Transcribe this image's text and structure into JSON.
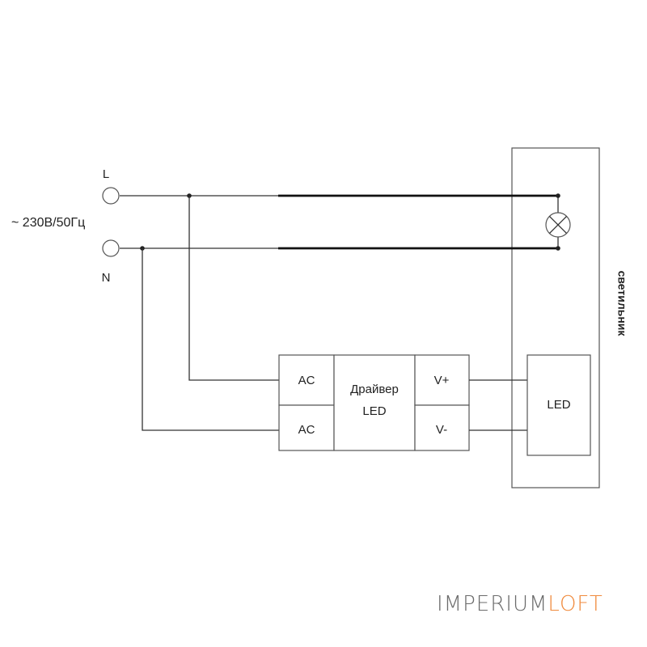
{
  "terminals": {
    "line_label": "L",
    "neutral_label": "N",
    "supply_label": "~ 230В/50Гц"
  },
  "driver": {
    "ac_top": "AC",
    "ac_bottom": "AC",
    "title_line1": "Драйвер",
    "title_line2": "LED",
    "v_plus": "V+",
    "v_minus": "V-"
  },
  "fixture": {
    "label": "светильник",
    "led_module": "LED"
  },
  "brand": {
    "part1": "IMPERIUM",
    "part2": "LOFT",
    "color_part1": "#6b6b6b",
    "color_part2": "#f08a3c"
  }
}
